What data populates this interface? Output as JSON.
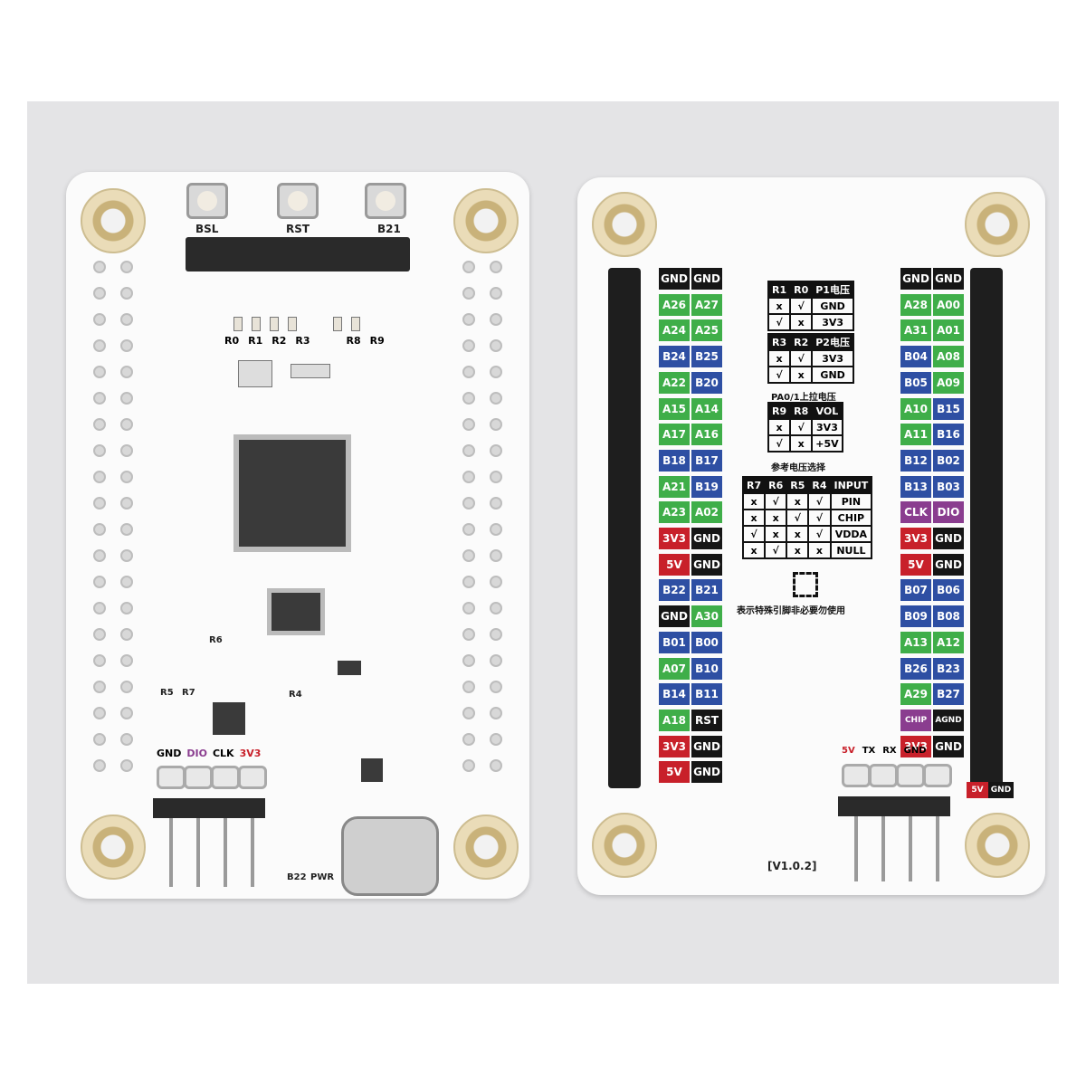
{
  "front": {
    "buttons": [
      "BSL",
      "RST",
      "B21"
    ],
    "resistors_top": [
      "R0",
      "R1",
      "R2",
      "R3",
      "R8",
      "R9"
    ],
    "resistors_other": [
      "R6",
      "R5",
      "R7",
      "R4"
    ],
    "swd_header": [
      "GND",
      "DIO",
      "CLK",
      "3V3"
    ],
    "leds": [
      "B22",
      "PWR"
    ]
  },
  "back": {
    "left_header": [
      [
        "GND",
        "GND"
      ],
      [
        "A26",
        "A27"
      ],
      [
        "A24",
        "A25"
      ],
      [
        "B24",
        "B25"
      ],
      [
        "A22",
        "B20"
      ],
      [
        "A15",
        "A14"
      ],
      [
        "A17",
        "A16"
      ],
      [
        "B18",
        "B17"
      ],
      [
        "A21",
        "B19"
      ],
      [
        "A23",
        "A02"
      ],
      [
        "3V3",
        "GND"
      ],
      [
        "5V",
        "GND"
      ],
      [
        "B22",
        "B21"
      ],
      [
        "GND",
        "A30"
      ],
      [
        "B01",
        "B00"
      ],
      [
        "A07",
        "B10"
      ],
      [
        "B14",
        "B11"
      ],
      [
        "A18",
        "RST"
      ],
      [
        "3V3",
        "GND"
      ],
      [
        "5V",
        "GND"
      ]
    ],
    "right_header": [
      [
        "GND",
        "GND"
      ],
      [
        "A28",
        "A00"
      ],
      [
        "A31",
        "A01"
      ],
      [
        "B04",
        "A08"
      ],
      [
        "B05",
        "A09"
      ],
      [
        "A10",
        "B15"
      ],
      [
        "A11",
        "B16"
      ],
      [
        "B12",
        "B02"
      ],
      [
        "B13",
        "B03"
      ],
      [
        "CLK",
        "DIO"
      ],
      [
        "3V3",
        "GND"
      ],
      [
        "5V",
        "GND"
      ],
      [
        "B07",
        "B06"
      ],
      [
        "B09",
        "B08"
      ],
      [
        "A13",
        "A12"
      ],
      [
        "B26",
        "B23"
      ],
      [
        "A29",
        "B27"
      ],
      [
        "CHIP",
        "AGND"
      ],
      [
        "3V3",
        "GND"
      ]
    ],
    "p1_table": {
      "header": [
        "R1",
        "R0",
        "P1电压"
      ],
      "rows": [
        [
          "x",
          "√",
          "GND"
        ],
        [
          "√",
          "x",
          "3V3"
        ]
      ]
    },
    "p2_table": {
      "header": [
        "R3",
        "R2",
        "P2电压"
      ],
      "rows": [
        [
          "x",
          "√",
          "3V3"
        ],
        [
          "√",
          "x",
          "GND"
        ]
      ]
    },
    "pa_title": "PA0/1上拉电压",
    "pa_table": {
      "header": [
        "R9",
        "R8",
        "VOL"
      ],
      "rows": [
        [
          "x",
          "√",
          "3V3"
        ],
        [
          "√",
          "x",
          "+5V"
        ]
      ]
    },
    "ref_title": "参考电压选择",
    "ref_table": {
      "header": [
        "R7",
        "R6",
        "R5",
        "R4",
        "INPUT"
      ],
      "rows": [
        [
          "x",
          "√",
          "x",
          "√",
          "PIN"
        ],
        [
          "x",
          "x",
          "√",
          "√",
          "CHIP"
        ],
        [
          "√",
          "x",
          "x",
          "√",
          "VDDA"
        ],
        [
          "x",
          "√",
          "x",
          "x",
          "NULL"
        ]
      ]
    },
    "note": "表示特殊引脚非必要勿使用",
    "uart_header": [
      "5V",
      "TX",
      "RX",
      "GND"
    ],
    "bottom_right": [
      "5V",
      "GND"
    ],
    "version": "[V1.0.2]"
  },
  "colors": {
    "green": "#3fae49",
    "blue": "#2e4fa3",
    "red": "#c8202a",
    "black": "#161616",
    "purple": "#8a3d8f"
  }
}
